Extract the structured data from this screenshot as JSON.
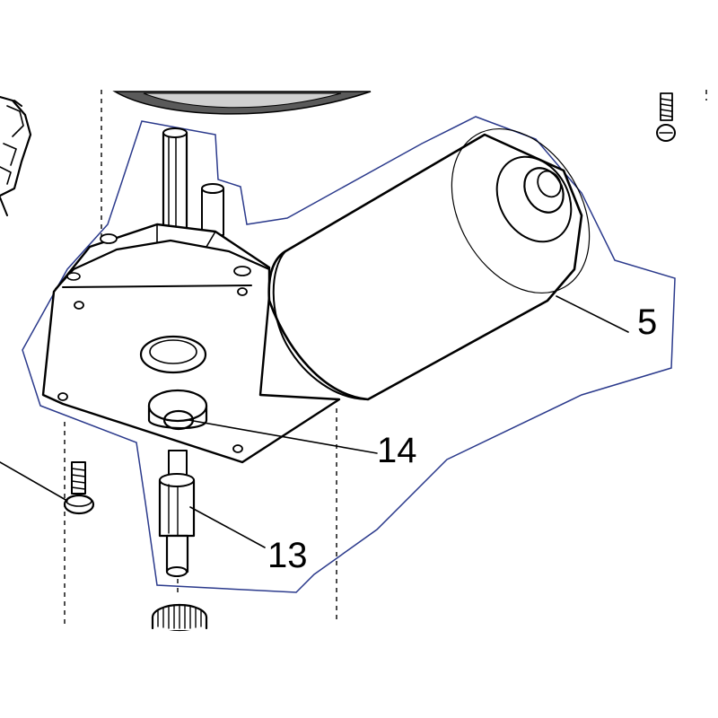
{
  "diagram": {
    "callouts": [
      {
        "id": "c5",
        "label": "5"
      },
      {
        "id": "c14",
        "label": "14"
      },
      {
        "id": "c13",
        "label": "13"
      }
    ],
    "colors": {
      "outline_boundary": "#2b3a8c",
      "line": "#000000",
      "part_shade": "#d9d9d9",
      "background": "#ffffff"
    },
    "icons": [
      "wiper-motor",
      "gearbox-housing",
      "motor-can",
      "drive-shaft",
      "bushing",
      "spindle",
      "screw",
      "gear",
      "connector"
    ]
  }
}
